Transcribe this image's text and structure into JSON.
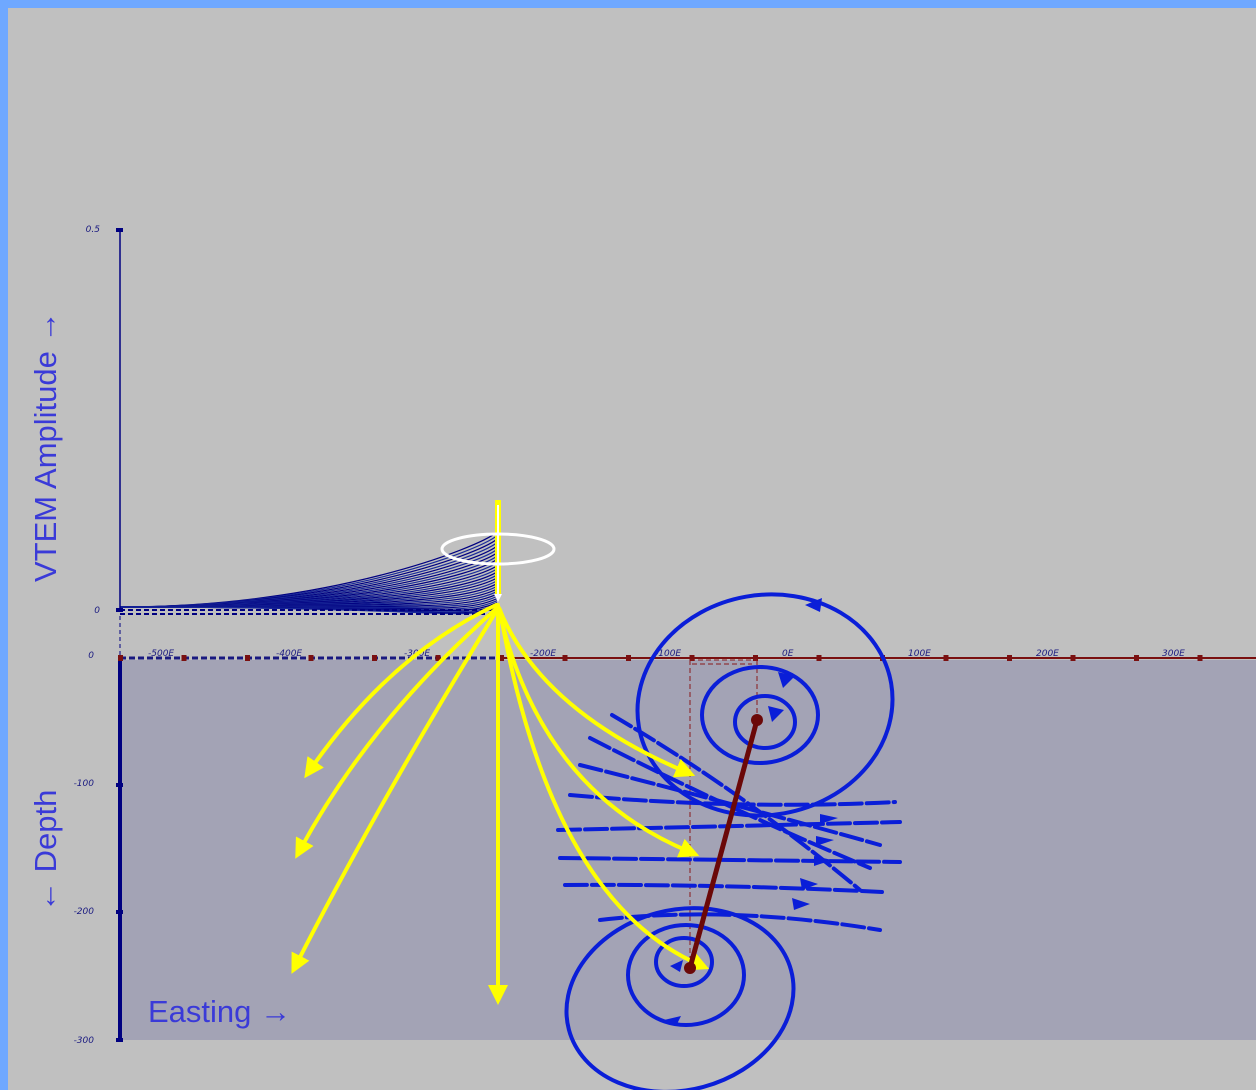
{
  "axis_titles": {
    "amplitude": "VTEM Amplitude →",
    "depth": "← Depth",
    "easting": "Easting →"
  },
  "amplitude_ticks": [
    "0.5",
    "0"
  ],
  "depth_ticks": [
    "0",
    "-100",
    "-200",
    "-300"
  ],
  "easting_ticks": [
    "-500E",
    "-400E",
    "-300E",
    "-200E",
    "-100E",
    "0E",
    "100E",
    "200E",
    "300E"
  ],
  "colors": {
    "frame_border": "#6fa8ff",
    "background": "#c0c0c0",
    "ground": "#a3a3b5",
    "axis": "#000080",
    "surface_line": "#7a1010",
    "conductor": "#6b0808",
    "primary_field": "#ffff00",
    "eddy_currents": "#0a1ed8",
    "transmitter_loop": "#ffffff"
  }
}
